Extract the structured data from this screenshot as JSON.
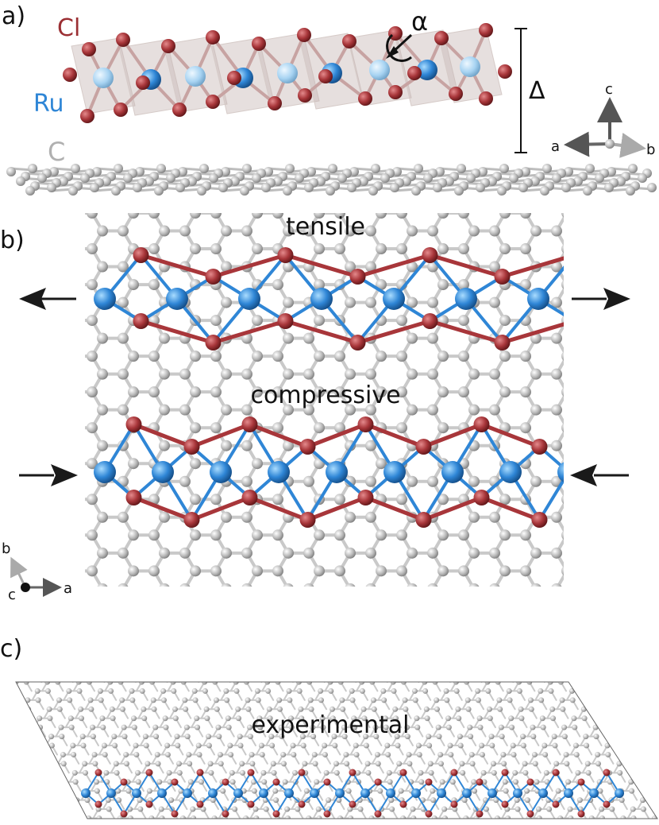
{
  "panels": {
    "a": {
      "label": "a)",
      "element_labels": {
        "cl": "Cl",
        "ru": "Ru",
        "c": "C"
      },
      "angle_label": "α",
      "height_label": "Δ",
      "axes": {
        "c": "c",
        "a": "a",
        "b": "b"
      }
    },
    "b": {
      "label": "b)",
      "tensile_label": "tensile",
      "compressive_label": "compressive",
      "axes": {
        "b": "b",
        "c": "c",
        "a": "a"
      }
    },
    "c": {
      "label": "c)",
      "experimental_label": "experimental"
    }
  },
  "colors": {
    "cl": "#a8363a",
    "ru": "#2f86d6",
    "carbon": "#b5b5b5",
    "bond": "#c9c9c9",
    "text_cl": "#9b2f33",
    "text_ru": "#2f86d6",
    "text_c": "#b0b0b0",
    "arrow": "#1a1a1a"
  }
}
